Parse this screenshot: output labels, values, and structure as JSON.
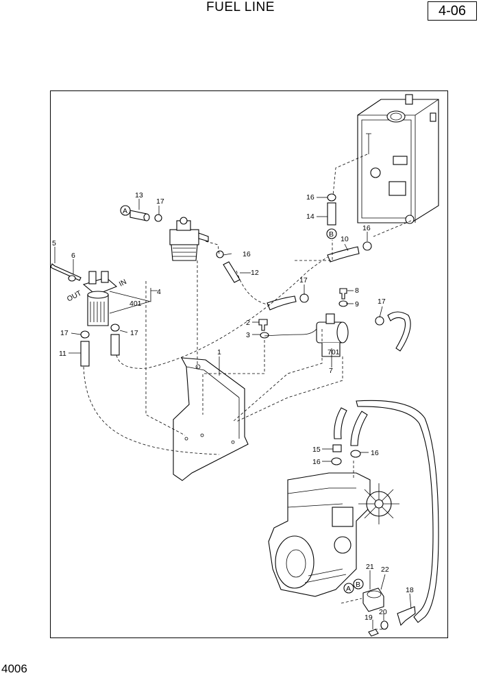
{
  "header": {
    "title": "FUEL LINE",
    "page_ref": "4-06"
  },
  "footer": {
    "code": "4006"
  },
  "callouts": {
    "c1": "1",
    "c2": "2",
    "c3": "3",
    "c4": "4",
    "c401": "401",
    "c5": "5",
    "c6": "6",
    "c7": "7",
    "c701": "701",
    "c8": "8",
    "c9": "9",
    "c10": "10",
    "c11": "11",
    "c12": "12",
    "c13": "13",
    "c14": "14",
    "c15": "15",
    "c16a": "16",
    "c16b": "16",
    "c16c": "16",
    "c16d": "16",
    "c16e": "16",
    "c17a": "17",
    "c17b": "17",
    "c17c": "17",
    "c17d": "17",
    "c17e": "17",
    "c18": "18",
    "c19": "19",
    "c20": "20",
    "c21": "21",
    "c22": "22"
  },
  "markers": {
    "a1": "A",
    "a2": "A",
    "b1": "B",
    "b2": "B"
  },
  "port_labels": {
    "out": "OUT",
    "in": "IN"
  }
}
